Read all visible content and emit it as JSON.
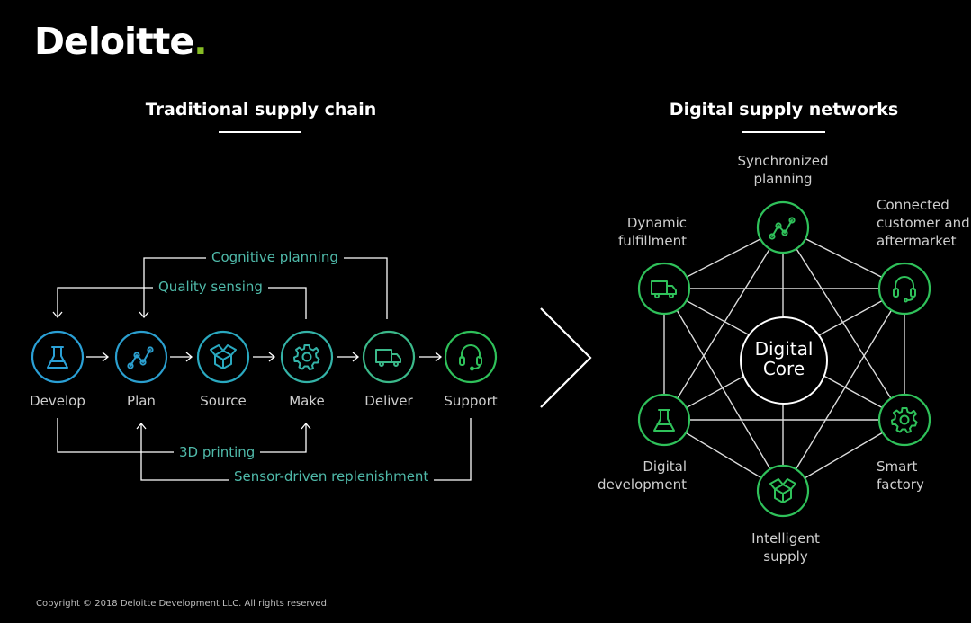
{
  "logo": {
    "text": "Deloitte",
    "dot": "."
  },
  "colors": {
    "blue": "#2aa0d6",
    "teal": "#3ab5a6",
    "green": "#2fc15a",
    "text_teal": "#4fb9a9",
    "brand_green": "#86bc25"
  },
  "traditional": {
    "title": "Traditional supply chain",
    "stages": [
      {
        "label": "Develop",
        "icon": "flask-icon"
      },
      {
        "label": "Plan",
        "icon": "line-graph-icon"
      },
      {
        "label": "Source",
        "icon": "box-icon"
      },
      {
        "label": "Make",
        "icon": "gear-icon"
      },
      {
        "label": "Deliver",
        "icon": "truck-icon"
      },
      {
        "label": "Support",
        "icon": "headset-icon"
      }
    ],
    "feedback_loops": {
      "cognitive_planning": "Cognitive planning",
      "quality_sensing": "Quality sensing",
      "printing_3d": "3D printing",
      "sensor_replenishment": "Sensor-driven replenishment"
    }
  },
  "digital": {
    "title": "Digital supply networks",
    "core": {
      "line1": "Digital",
      "line2": "Core"
    },
    "nodes": [
      {
        "key": "synchronized_planning",
        "lines": [
          "Synchronized",
          "planning"
        ],
        "icon": "line-graph-icon"
      },
      {
        "key": "connected_customer",
        "lines": [
          "Connected",
          "customer and",
          "aftermarket"
        ],
        "icon": "headset-icon"
      },
      {
        "key": "smart_factory",
        "lines": [
          "Smart",
          "factory"
        ],
        "icon": "gear-icon"
      },
      {
        "key": "intelligent_supply",
        "lines": [
          "Intelligent",
          "supply"
        ],
        "icon": "box-icon"
      },
      {
        "key": "digital_development",
        "lines": [
          "Digital",
          "development"
        ],
        "icon": "flask-icon"
      },
      {
        "key": "dynamic_fulfillment",
        "lines": [
          "Dynamic",
          "fulfillment"
        ],
        "icon": "truck-icon"
      }
    ]
  },
  "footer": {
    "copyright": "Copyright © 2018 Deloitte Development LLC. All rights reserved."
  }
}
